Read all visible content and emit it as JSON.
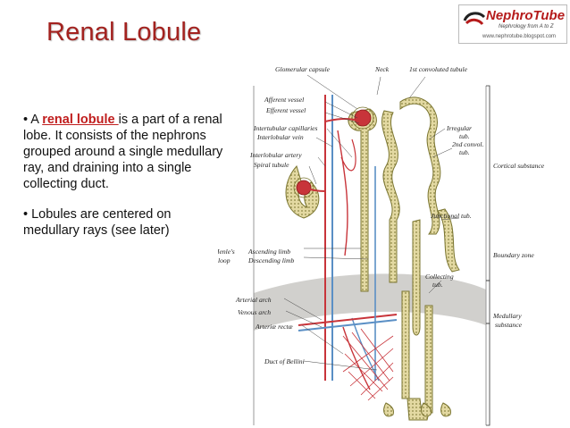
{
  "slide": {
    "title": "Renal Lobule",
    "bullets": [
      {
        "prefix": "• A ",
        "highlight": "renal lobule ",
        "rest": "is a part of a renal lobe. It consists of the nephrons grouped around a single medullary ray, and draining into a single collecting duct."
      },
      {
        "text": "•  Lobules are centered on medullary rays (see later)"
      }
    ]
  },
  "logo": {
    "name": "NephroTube",
    "tagline": "Nephrology from A to Z",
    "url": "www.nephrotube.blogspot.com"
  },
  "diagram": {
    "labels": {
      "glomerular_capsule": "Glomerular capsule",
      "neck": "Neck",
      "first_convoluted": "1st convoluted tubule",
      "afferent": "Afferent vessel",
      "efferent": "Efferent vessel",
      "interlobular_caps": "Intertubular capillaries",
      "interlobular_vein": "Interlobular vein",
      "irregular": "Irregular",
      "tub": "tub.",
      "second_convol": "2nd convol.",
      "tub2": "tub.",
      "interlobular_artery": "Interlobular artery",
      "spiral_tubule": "Spiral tubule",
      "cortical_substance": "Cortical substance",
      "junctional_tub": "Junctional tub.",
      "henles": "Henle's",
      "loop": "loop",
      "ascending": "Ascending limb",
      "descending": "Descending limb",
      "boundary_zone": "Boundary zone",
      "collecting": "Collecting",
      "tub3": "tub.",
      "arterial_arch": "Arterial arch",
      "venous_arch": "Venous arch",
      "medullary": "Medullary",
      "substance": "substance",
      "arteriae_rectae": "Arteriæ rectæ",
      "duct_bellini": "Duct of Bellini"
    },
    "colors": {
      "tubule": "#e3d9a2",
      "tubule_edge": "#7a7530",
      "artery": "#c8343a",
      "vein": "#5a8fc5",
      "boundary_band": "#c9c8c4"
    }
  }
}
